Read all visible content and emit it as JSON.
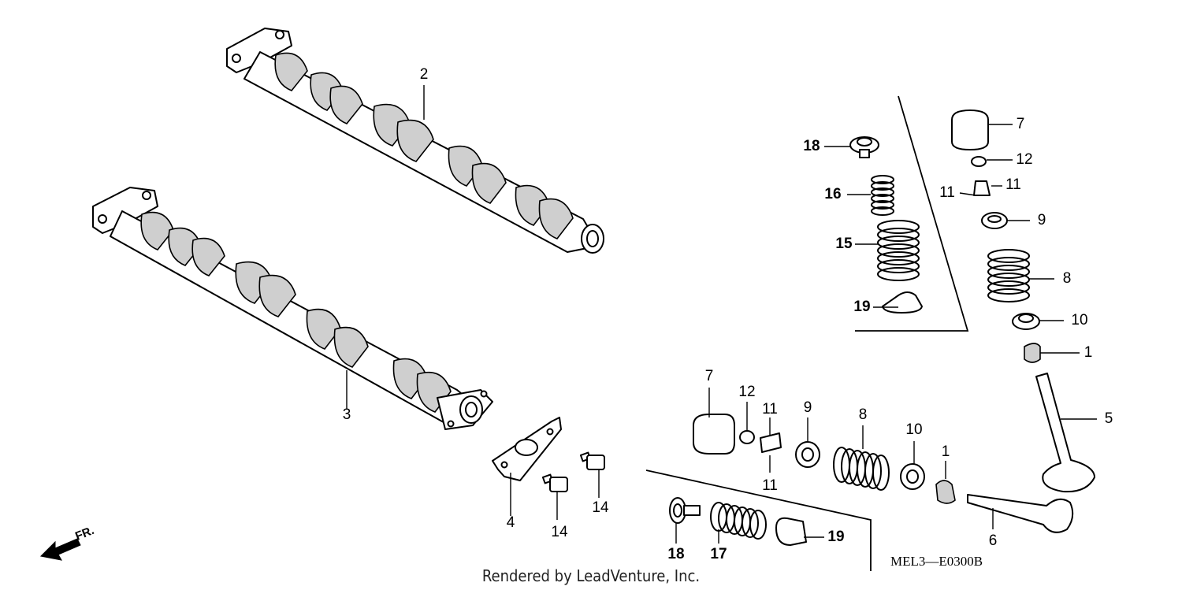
{
  "diagram": {
    "code": "MEL3—E0300B",
    "credit": "Rendered by LeadVenture, Inc.",
    "direction_label": "FR.",
    "callouts": [
      {
        "id": "c2",
        "label": "2"
      },
      {
        "id": "c3",
        "label": "3"
      },
      {
        "id": "c4",
        "label": "4"
      },
      {
        "id": "c14a",
        "label": "14"
      },
      {
        "id": "c14b",
        "label": "14"
      },
      {
        "id": "c18a",
        "label": "18"
      },
      {
        "id": "c16",
        "label": "16"
      },
      {
        "id": "c15",
        "label": "15"
      },
      {
        "id": "c19a",
        "label": "19"
      },
      {
        "id": "c7a",
        "label": "7"
      },
      {
        "id": "c12a",
        "label": "12"
      },
      {
        "id": "c11a",
        "label": "11"
      },
      {
        "id": "c11b",
        "label": "11"
      },
      {
        "id": "c9a",
        "label": "9"
      },
      {
        "id": "c8a",
        "label": "8"
      },
      {
        "id": "c10a",
        "label": "10"
      },
      {
        "id": "c1a",
        "label": "1"
      },
      {
        "id": "c5",
        "label": "5"
      },
      {
        "id": "c7b",
        "label": "7"
      },
      {
        "id": "c12b",
        "label": "12"
      },
      {
        "id": "c11c",
        "label": "11"
      },
      {
        "id": "c11d",
        "label": "11"
      },
      {
        "id": "c9b",
        "label": "9"
      },
      {
        "id": "c8b",
        "label": "8"
      },
      {
        "id": "c10b",
        "label": "10"
      },
      {
        "id": "c1b",
        "label": "1"
      },
      {
        "id": "c6",
        "label": "6"
      },
      {
        "id": "c18b",
        "label": "18"
      },
      {
        "id": "c17",
        "label": "17"
      },
      {
        "id": "c19b",
        "label": "19"
      }
    ]
  }
}
